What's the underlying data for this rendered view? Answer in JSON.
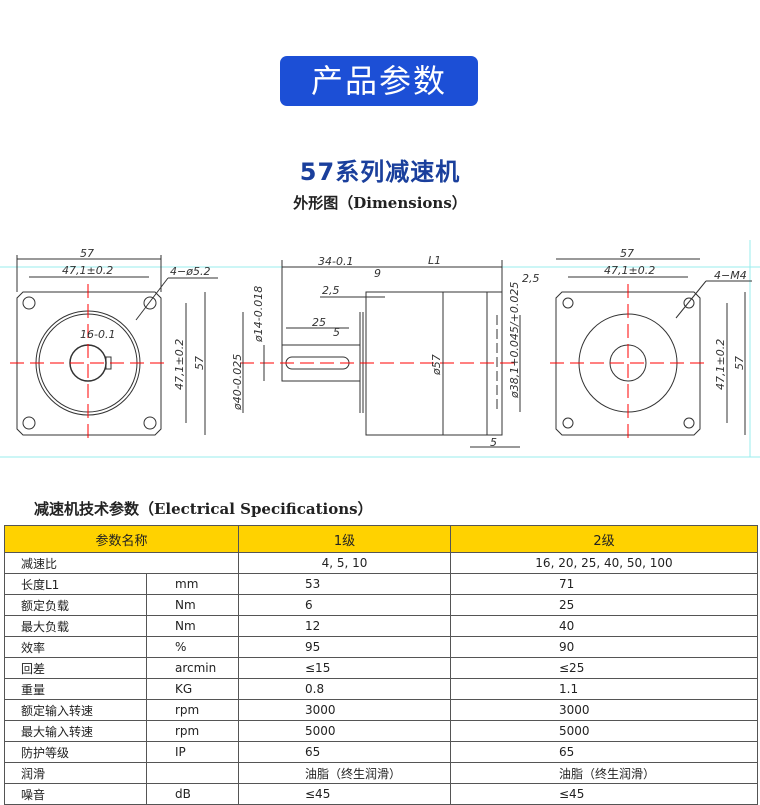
{
  "banner": "产品参数",
  "title": "57系列减速机",
  "subtitle": "外形图（Dimensions）",
  "drawing": {
    "front_left": {
      "width": "57",
      "hole_spacing": "47,1±0.2",
      "holes": "4−ø5.2",
      "height": "57",
      "hole_spacing_v": "47,1±0.2",
      "shaft": "16-0.1"
    },
    "side": {
      "shaft_len": "34-0.1",
      "step": "9",
      "shoulder": "2,5",
      "key_len": "25",
      "key_w": "5",
      "shaft_dia": "ø14-0.018",
      "pilot_dia": "ø40-0.025",
      "body_dia": "ø57",
      "length": "L1",
      "end_step": "2,5",
      "bore": "ø38,1+0.045/+0.025",
      "end_len": "5"
    },
    "front_right": {
      "width": "57",
      "hole_spacing": "47,1±0.2",
      "holes": "4−M4",
      "height": "57",
      "hole_spacing_v": "47,1±0.2"
    }
  },
  "spec_title": "减速机技术参数（Electrical Specifications）",
  "table": {
    "headers": [
      "参数名称",
      "1级",
      "2级"
    ],
    "ratio": {
      "name": "减速比",
      "v1": "4, 5, 10",
      "v2": "16, 20, 25, 40, 50, 100"
    },
    "rows": [
      {
        "name": "长度L1",
        "unit": "mm",
        "v1": "53",
        "v2": "71"
      },
      {
        "name": "额定负载",
        "unit": "Nm",
        "v1": "6",
        "v2": "25"
      },
      {
        "name": "最大负载",
        "unit": "Nm",
        "v1": "12",
        "v2": "40"
      },
      {
        "name": "效率",
        "unit": "%",
        "v1": "95",
        "v2": "90"
      },
      {
        "name": "回差",
        "unit": "arcmin",
        "v1": "≤15",
        "v2": "≤25"
      },
      {
        "name": "重量",
        "unit": "KG",
        "v1": "0.8",
        "v2": "1.1"
      },
      {
        "name": "额定输入转速",
        "unit": "rpm",
        "v1": "3000",
        "v2": "3000"
      },
      {
        "name": "最大输入转速",
        "unit": "rpm",
        "v1": "5000",
        "v2": "5000"
      },
      {
        "name": "防护等级",
        "unit": "IP",
        "v1": "65",
        "v2": "65"
      },
      {
        "name": "润滑",
        "unit": "",
        "v1": "油脂（终生润滑）",
        "v2": "油脂（终生润滑）"
      },
      {
        "name": "噪音",
        "unit": "dB",
        "v1": "≤45",
        "v2": "≤45"
      }
    ],
    "header_color": "#ffd200"
  }
}
